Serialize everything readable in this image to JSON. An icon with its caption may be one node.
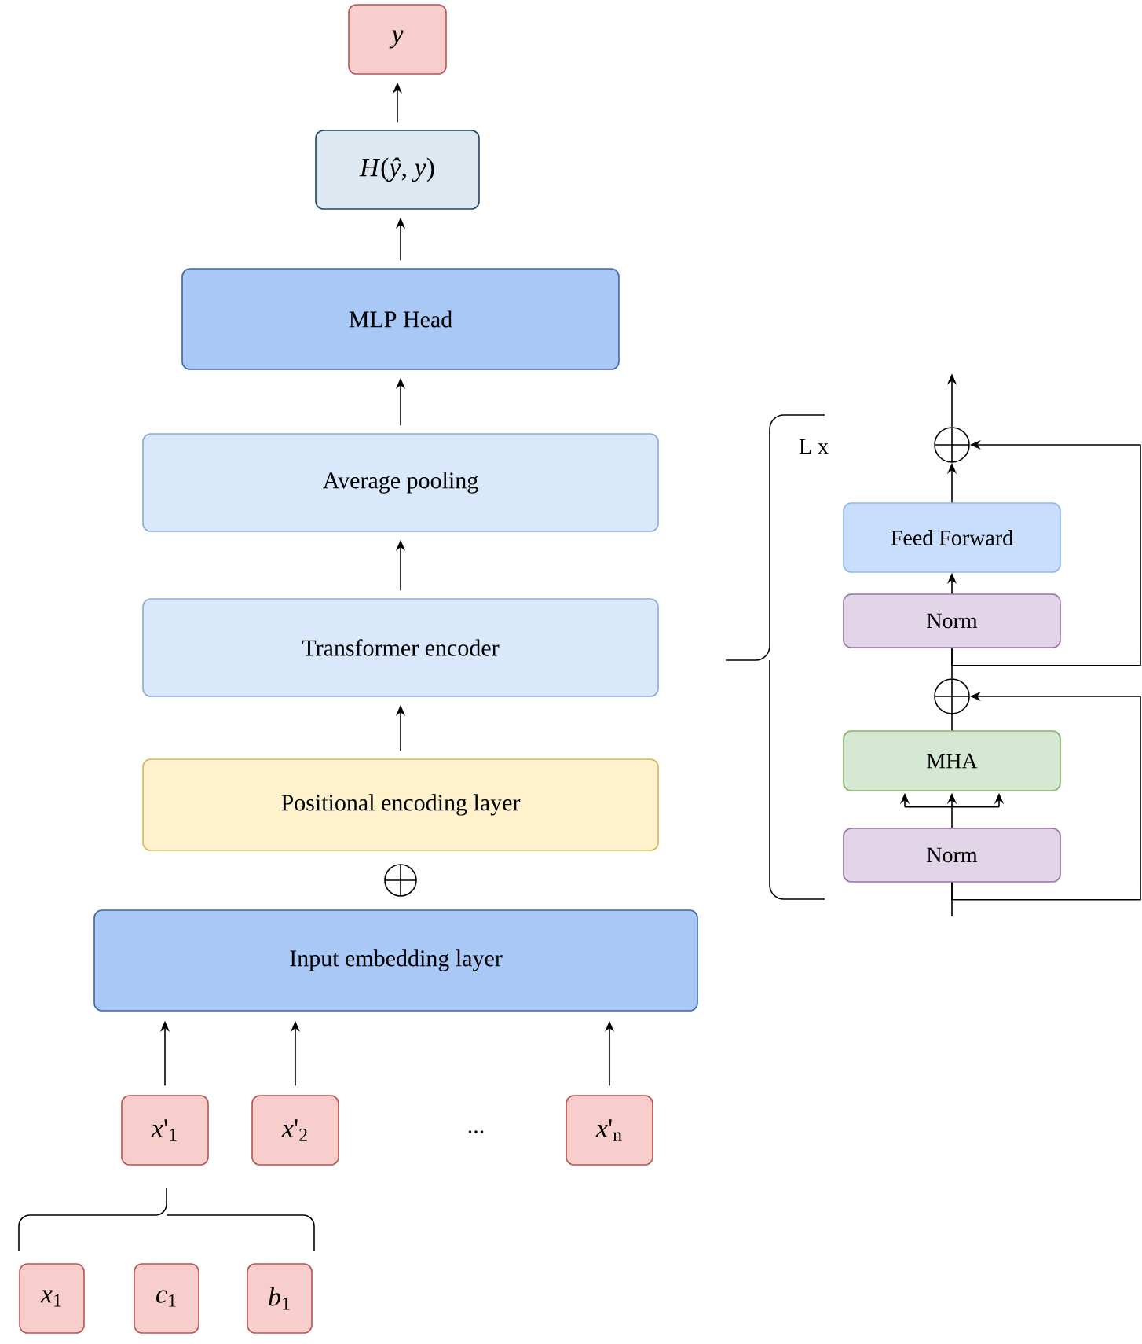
{
  "diagram": {
    "nodes": [
      {
        "text": [
          "y"
        ]
      },
      {
        "text": [
          "*H*(*ŷ*, *y*)"
        ]
      },
      {
        "text": [
          "MLP Head"
        ]
      },
      {
        "text": [
          "Average pooling"
        ]
      },
      {
        "text": [
          "Transformer encoder"
        ]
      },
      {
        "text": [
          "Positional encoding layer"
        ]
      },
      {
        "text": [],
        "shape": "circle"
      },
      {
        "text": [
          "Input embedding layer"
        ]
      },
      {
        "text": [
          "*x*'$_{1}$"
        ]
      },
      {
        "text": [
          "*x*'$_{2}$"
        ]
      },
      {
        "text": [
          "*x*'$_{n}$"
        ]
      },
      {
        "text": [
          "*x*$_{1}$"
        ]
      },
      {
        "text": [
          "*c*$_{1}$"
        ]
      },
      {
        "text": [
          "*b*$_{1}$"
        ]
      },
      {
        "text": [],
        "shape": "circle"
      },
      {
        "text": [
          "Feed Forward"
        ]
      },
      {
        "text": [
          "Norm"
        ]
      },
      {
        "text": [],
        "shape": "circle"
      },
      {
        "text": [
          "MHA"
        ]
      },
      {
        "text": [
          "Norm"
        ]
      }
    ],
    "edges": [
      {
        "from": 1,
        "to": 0,
        "arrow": "to"
      },
      {
        "from": 2,
        "to": 1,
        "arrow": "to"
      },
      {
        "from": 3,
        "to": 2,
        "arrow": "to"
      },
      {
        "from": 4,
        "to": 3,
        "arrow": "to"
      },
      {
        "from": 5,
        "to": 4,
        "arrow": "to"
      },
      {
        "from": 8,
        "to": 7,
        "arrow": "to"
      },
      {
        "from": 9,
        "to": 7,
        "arrow": "to"
      },
      {
        "from": 10,
        "to": 7,
        "arrow": "to"
      },
      {
        "from": 15,
        "to": 14,
        "arrow": "to"
      },
      {
        "from": 14,
        "to": null,
        "arrow": "to"
      },
      {
        "from": 16,
        "to": 15,
        "arrow": "to"
      },
      {
        "from": 17,
        "to": 16,
        "arrow": "none"
      },
      {
        "from": 18,
        "to": 17,
        "arrow": "none"
      },
      {
        "from": 19,
        "to": 18,
        "arrow": "to"
      },
      {
        "from": null,
        "to": 19,
        "arrow": "none"
      },
      {
        "from": 19,
        "to": 17,
        "arrow": "to"
      },
      {
        "from": 16,
        "to": 14,
        "arrow": "to"
      }
    ],
    "labels": [
      "L x",
      "..."
    ]
  }
}
